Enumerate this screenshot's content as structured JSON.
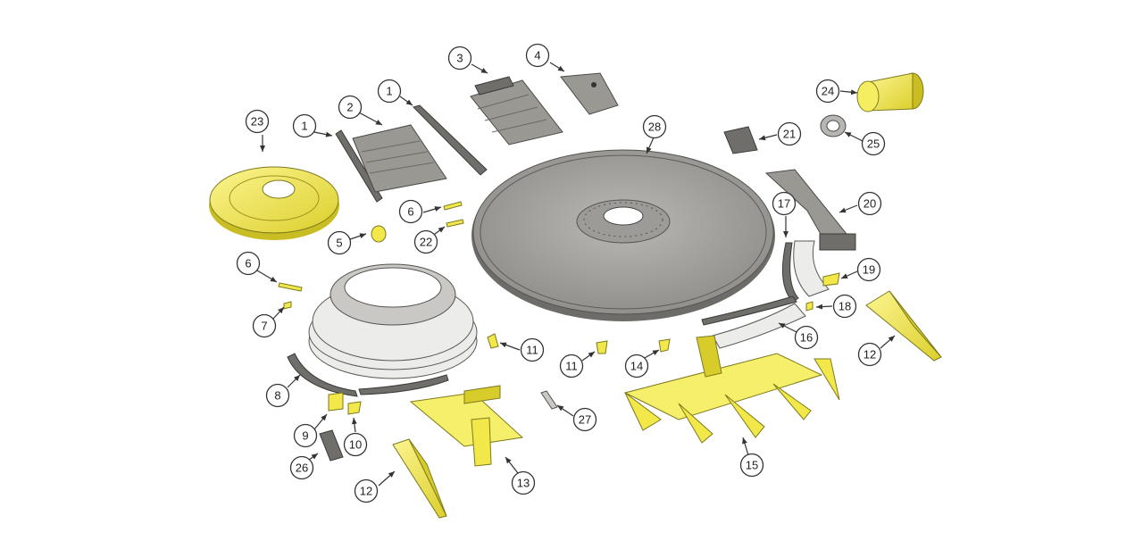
{
  "colors": {
    "yellow_parts": "#f2e84a",
    "grey_parts": "#9a9893",
    "background": "#ffffff"
  },
  "callouts": [
    {
      "id": "c1a",
      "label": "1",
      "name": "part-callout-1"
    },
    {
      "id": "c1b",
      "label": "1",
      "name": "part-callout-1"
    },
    {
      "id": "c2",
      "label": "2",
      "name": "part-callout-2"
    },
    {
      "id": "c3",
      "label": "3",
      "name": "part-callout-3"
    },
    {
      "id": "c4",
      "label": "4",
      "name": "part-callout-4"
    },
    {
      "id": "c5",
      "label": "5",
      "name": "part-callout-5"
    },
    {
      "id": "c6a",
      "label": "6",
      "name": "part-callout-6"
    },
    {
      "id": "c6b",
      "label": "6",
      "name": "part-callout-6"
    },
    {
      "id": "c7",
      "label": "7",
      "name": "part-callout-7"
    },
    {
      "id": "c8",
      "label": "8",
      "name": "part-callout-8"
    },
    {
      "id": "c9",
      "label": "9",
      "name": "part-callout-9"
    },
    {
      "id": "c10",
      "label": "10",
      "name": "part-callout-10"
    },
    {
      "id": "c11a",
      "label": "11",
      "name": "part-callout-11"
    },
    {
      "id": "c11b",
      "label": "11",
      "name": "part-callout-11"
    },
    {
      "id": "c12a",
      "label": "12",
      "name": "part-callout-12"
    },
    {
      "id": "c12b",
      "label": "12",
      "name": "part-callout-12"
    },
    {
      "id": "c13",
      "label": "13",
      "name": "part-callout-13"
    },
    {
      "id": "c14",
      "label": "14",
      "name": "part-callout-14"
    },
    {
      "id": "c15",
      "label": "15",
      "name": "part-callout-15"
    },
    {
      "id": "c16",
      "label": "16",
      "name": "part-callout-16"
    },
    {
      "id": "c17",
      "label": "17",
      "name": "part-callout-17"
    },
    {
      "id": "c18",
      "label": "18",
      "name": "part-callout-18"
    },
    {
      "id": "c19",
      "label": "19",
      "name": "part-callout-19"
    },
    {
      "id": "c20",
      "label": "20",
      "name": "part-callout-20"
    },
    {
      "id": "c21",
      "label": "21",
      "name": "part-callout-21"
    },
    {
      "id": "c22",
      "label": "22",
      "name": "part-callout-22"
    },
    {
      "id": "c23",
      "label": "23",
      "name": "part-callout-23"
    },
    {
      "id": "c24",
      "label": "24",
      "name": "part-callout-24"
    },
    {
      "id": "c25",
      "label": "25",
      "name": "part-callout-25"
    },
    {
      "id": "c26",
      "label": "26",
      "name": "part-callout-26"
    },
    {
      "id": "c27",
      "label": "27",
      "name": "part-callout-27"
    },
    {
      "id": "c28",
      "label": "28",
      "name": "part-callout-28"
    }
  ]
}
